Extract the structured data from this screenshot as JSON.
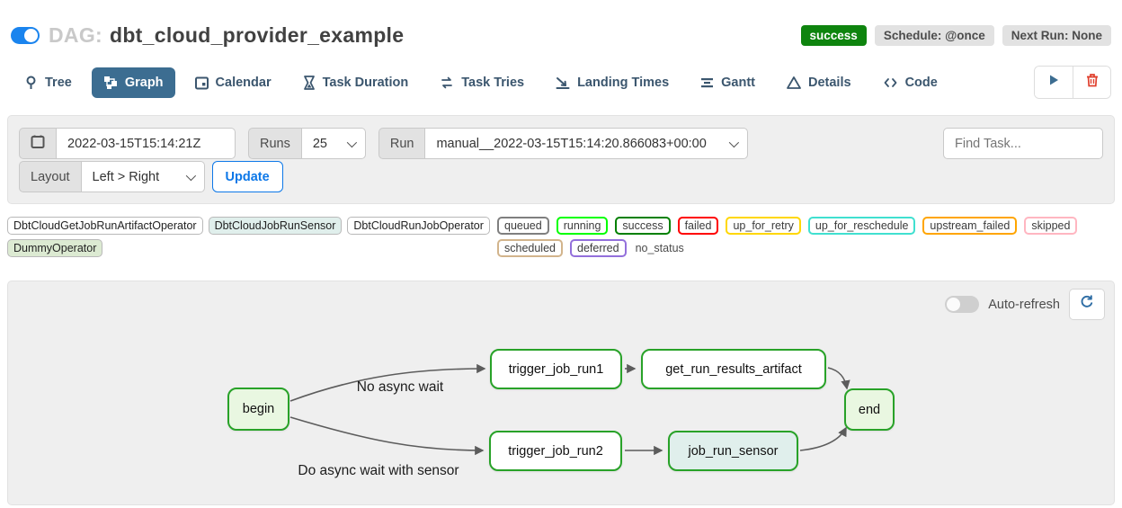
{
  "header": {
    "dag_prefix": "DAG:",
    "dag_title": "dbt_cloud_provider_example",
    "status_badge": "success",
    "schedule_badge": "Schedule: @once",
    "next_run_badge": "Next Run: None"
  },
  "tabs": [
    {
      "label": "Tree",
      "icon": "pin",
      "active": false
    },
    {
      "label": "Graph",
      "icon": "graph",
      "active": true
    },
    {
      "label": "Calendar",
      "icon": "calendar",
      "active": false
    },
    {
      "label": "Task Duration",
      "icon": "hourglass",
      "active": false
    },
    {
      "label": "Task Tries",
      "icon": "retry-arrows",
      "active": false
    },
    {
      "label": "Landing Times",
      "icon": "plane-landing",
      "active": false
    },
    {
      "label": "Gantt",
      "icon": "gantt-bars",
      "active": false
    },
    {
      "label": "Details",
      "icon": "triangle",
      "active": false
    },
    {
      "label": "Code",
      "icon": "code-brackets",
      "active": false
    }
  ],
  "toolbar": {
    "trigger_icon": "play",
    "delete_icon": "trash"
  },
  "filters": {
    "base_date_value": "2022-03-15T15:14:21Z",
    "runs_label": "Runs",
    "runs_value": "25",
    "run_label": "Run",
    "run_value": "manual__2022-03-15T15:14:20.866083+00:00",
    "find_task_placeholder": "Find Task...",
    "layout_label": "Layout",
    "layout_value": "Left > Right",
    "update_button": "Update"
  },
  "legend": {
    "operators": [
      {
        "label": "DbtCloudGetJobRunArtifactOperator",
        "bg": "#ffffff"
      },
      {
        "label": "DbtCloudJobRunSensor",
        "bg": "#e0efec"
      },
      {
        "label": "DbtCloudRunJobOperator",
        "bg": "#ffffff"
      },
      {
        "label": "DummyOperator",
        "bg": "#dcead2"
      }
    ],
    "statuses": [
      {
        "label": "queued",
        "border": "#7f7f7f"
      },
      {
        "label": "running",
        "border": "#00ff00"
      },
      {
        "label": "success",
        "border": "#008000"
      },
      {
        "label": "failed",
        "border": "#ff0000"
      },
      {
        "label": "up_for_retry",
        "border": "#ffd700"
      },
      {
        "label": "up_for_reschedule",
        "border": "#40e0d0"
      },
      {
        "label": "upstream_failed",
        "border": "#ffa500"
      },
      {
        "label": "skipped",
        "border": "#ffb6c1"
      },
      {
        "label": "scheduled",
        "border": "#d2b48c"
      },
      {
        "label": "deferred",
        "border": "#9370db"
      },
      {
        "label": "no_status",
        "border": "none"
      }
    ]
  },
  "graph": {
    "auto_refresh_label": "Auto-refresh",
    "refresh_icon": "refresh",
    "node_border_color": "#28a228",
    "edge_color": "#5c5c5c",
    "nodes": [
      {
        "label": "begin",
        "fill": "#e9f7e1"
      },
      {
        "label": "trigger_job_run1",
        "fill": "#ffffff"
      },
      {
        "label": "get_run_results_artifact",
        "fill": "#ffffff"
      },
      {
        "label": "end",
        "fill": "#e9f7e1"
      },
      {
        "label": "trigger_job_run2",
        "fill": "#ffffff"
      },
      {
        "label": "job_run_sensor",
        "fill": "#e0efec"
      }
    ],
    "edge_labels": [
      {
        "text": "No async wait"
      },
      {
        "text": "Do async wait with sensor"
      }
    ]
  },
  "colors": {
    "accent_blue": "#0d78e8",
    "active_tab": "#3c6d91",
    "success_green": "#0e840e",
    "delete_red": "#e0402e",
    "toggle_on_blue": "#1a84ee"
  }
}
